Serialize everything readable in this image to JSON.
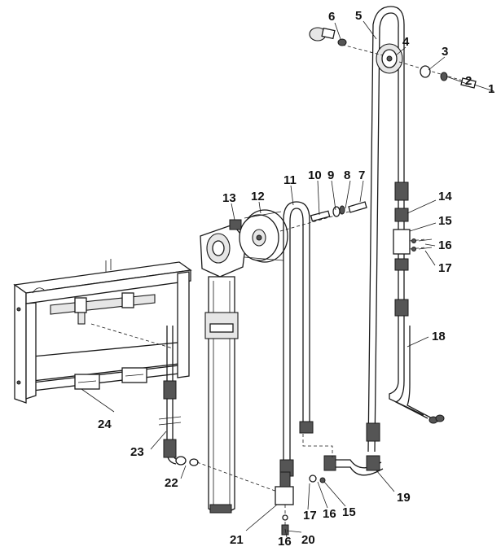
{
  "callouts": [
    {
      "id": "1",
      "text": "1"
    },
    {
      "id": "2",
      "text": "2"
    },
    {
      "id": "3",
      "text": "3"
    },
    {
      "id": "4",
      "text": "4"
    },
    {
      "id": "5",
      "text": "5"
    },
    {
      "id": "6",
      "text": "6"
    },
    {
      "id": "7",
      "text": "7"
    },
    {
      "id": "8",
      "text": "8"
    },
    {
      "id": "9",
      "text": "9"
    },
    {
      "id": "10",
      "text": "10"
    },
    {
      "id": "11",
      "text": "11"
    },
    {
      "id": "12",
      "text": "12"
    },
    {
      "id": "13",
      "text": "13"
    },
    {
      "id": "14",
      "text": "14"
    },
    {
      "id": "15a",
      "text": "15"
    },
    {
      "id": "16a",
      "text": "16"
    },
    {
      "id": "17a",
      "text": "17"
    },
    {
      "id": "18",
      "text": "18"
    },
    {
      "id": "19",
      "text": "19"
    },
    {
      "id": "15b",
      "text": "15"
    },
    {
      "id": "16b",
      "text": "16"
    },
    {
      "id": "17b",
      "text": "17"
    },
    {
      "id": "20",
      "text": "20"
    },
    {
      "id": "16c",
      "text": "16"
    },
    {
      "id": "21",
      "text": "21"
    },
    {
      "id": "22",
      "text": "22"
    },
    {
      "id": "23",
      "text": "23"
    },
    {
      "id": "24",
      "text": "24"
    }
  ]
}
